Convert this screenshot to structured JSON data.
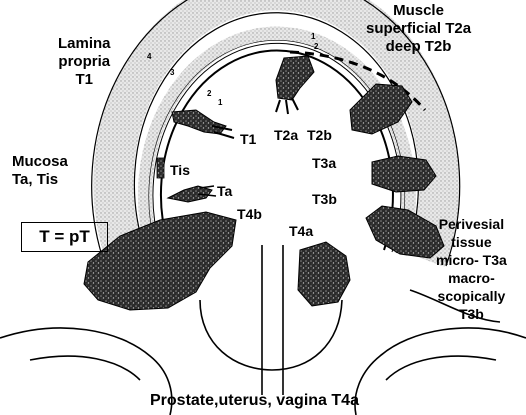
{
  "labels": {
    "lamina": [
      "Lamina",
      "propria",
      "T1"
    ],
    "muscle": [
      "Muscle",
      "superficial T2a",
      "deep T2b"
    ],
    "mucosa": [
      "Mucosa",
      "Ta, Tis"
    ],
    "t_box": "T = pT",
    "perivesial": [
      "Perivesial",
      "tissue",
      "micro- T3a",
      "macro-",
      "scopically",
      "T3b"
    ],
    "bottom": "Prostate,uterus, vagina T4a"
  },
  "stage_labels": {
    "t1": "T1",
    "t2a": "T2a",
    "t2b": "T2b",
    "t3a": "T3a",
    "t3b": "T3b",
    "t4a": "T4a",
    "t4b": "T4b",
    "tis": "Tis",
    "ta": "Ta"
  },
  "ring_numbers": {
    "n1": "1",
    "n2": "2",
    "n3": "3",
    "n4": "4",
    "n1b": "1",
    "n2b": "2"
  }
}
